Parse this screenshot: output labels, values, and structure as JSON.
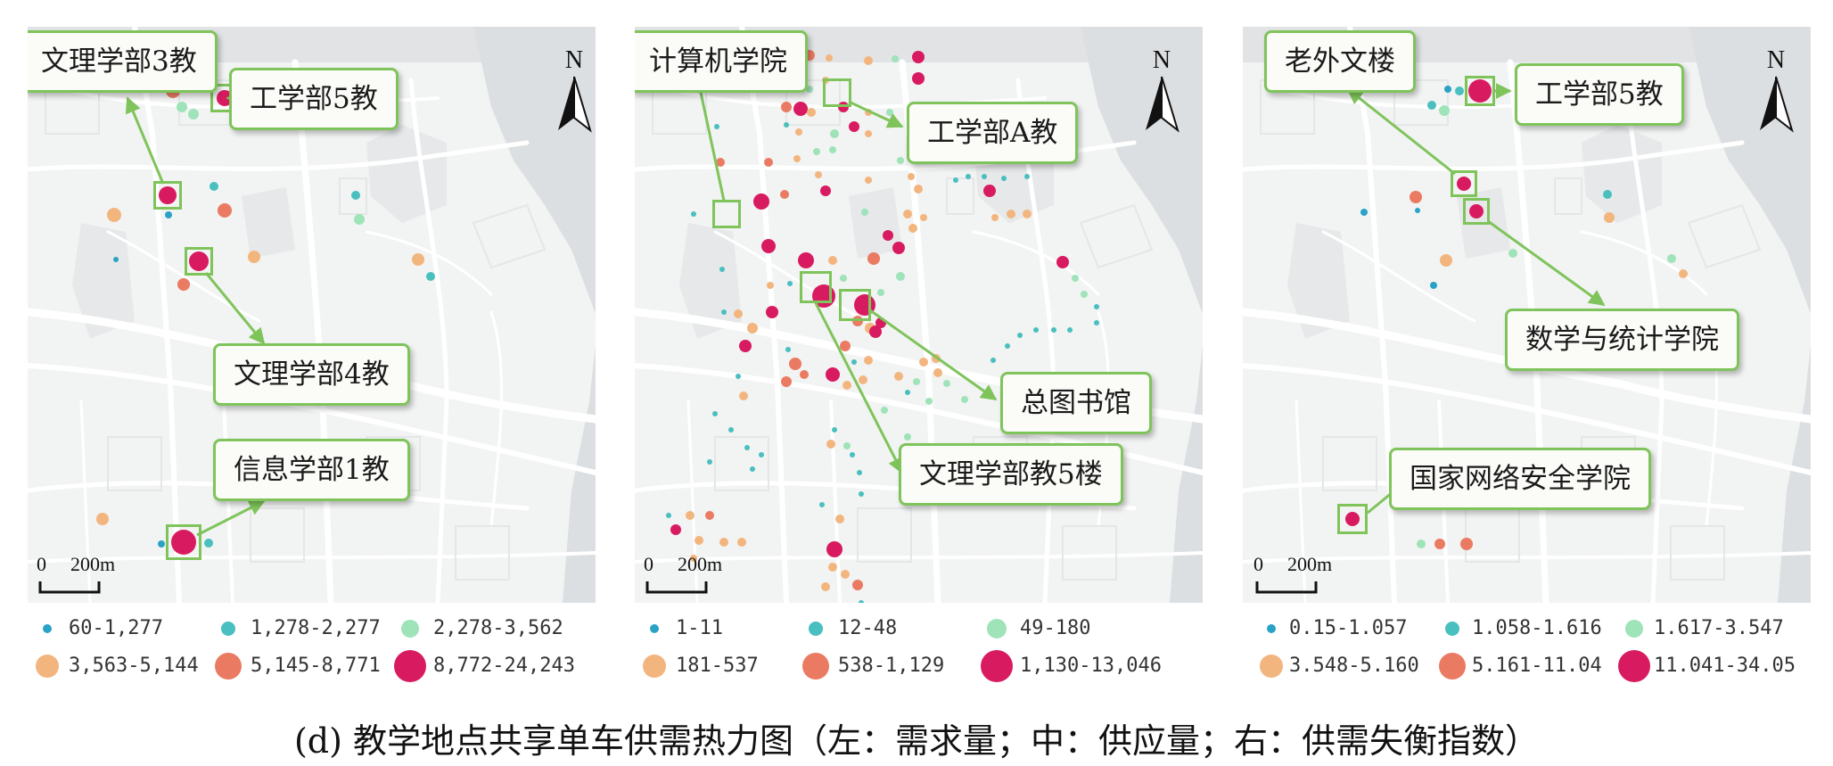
{
  "colors": {
    "c1": "#2aa2c6",
    "c2": "#49bfbf",
    "c3": "#9fe3b9",
    "c4": "#f3b57e",
    "c5": "#ea7b62",
    "c6": "#d81b60",
    "highlight": "#7fc45b",
    "land": "#f2f3f3",
    "water": "#dcdfe1",
    "road": "#ffffff"
  },
  "panels": [
    {
      "name": "demand",
      "north": "N",
      "scale": {
        "zero": "0",
        "dist": "200m"
      },
      "legend": [
        "60-1,277",
        "1,278-2,277",
        "2,278-3,562",
        "3,563-5,144",
        "5,145-8,771",
        "8,772-24,243"
      ],
      "callouts": [
        "文理学部3教",
        "工学部5教",
        "文理学部4教",
        "信息学部1教"
      ]
    },
    {
      "name": "supply",
      "north": "N",
      "scale": {
        "zero": "0",
        "dist": "200m"
      },
      "legend": [
        "1-11",
        "12-48",
        "49-180",
        "181-537",
        "538-1,129",
        "1,130-13,046"
      ],
      "callouts": [
        "计算机学院",
        "工学部A教",
        "总图书馆",
        "文理学部教5楼"
      ]
    },
    {
      "name": "imbalance",
      "north": "N",
      "scale": {
        "zero": "0",
        "dist": "200m"
      },
      "legend": [
        "0.15-1.057",
        "1.058-1.616",
        "1.617-3.547",
        "3.548-5.160",
        "5.161-11.04",
        "11.041-34.05"
      ],
      "callouts": [
        "老外文楼",
        "工学部5教",
        "数学与统计学院",
        "国家网络安全学院"
      ]
    }
  ],
  "caption": "(d) 教学地点共享单车供需热力图（左：需求量；中：供应量；右：供需失衡指数）"
}
